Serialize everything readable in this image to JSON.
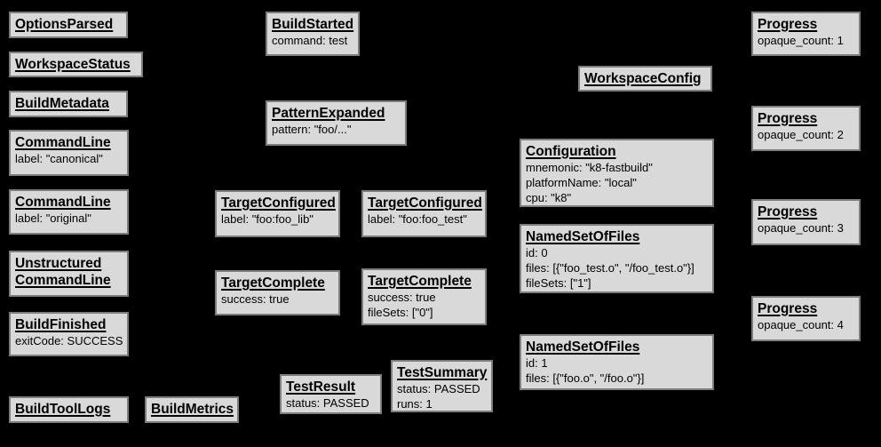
{
  "diagram": {
    "background_color": "#000000",
    "box_fill_color": "#d9d9d9",
    "box_border_color": "#7d7d7d",
    "text_color": "#000000"
  },
  "boxes": [
    {
      "name": "options-parsed",
      "title": "OptionsParsed",
      "lines": []
    },
    {
      "name": "workspace-status",
      "title": "WorkspaceStatus",
      "lines": []
    },
    {
      "name": "build-metadata",
      "title": "BuildMetadata",
      "lines": []
    },
    {
      "name": "command-line-canonical",
      "title": "CommandLine",
      "lines": [
        "label: \"canonical\""
      ]
    },
    {
      "name": "command-line-original",
      "title": "CommandLine",
      "lines": [
        "label: \"original\""
      ]
    },
    {
      "name": "unstructured-command-line",
      "title": "Unstructured CommandLine",
      "lines": []
    },
    {
      "name": "build-finished",
      "title": "BuildFinished",
      "lines": [
        "exitCode: SUCCESS"
      ]
    },
    {
      "name": "build-tool-logs",
      "title": "BuildToolLogs",
      "lines": []
    },
    {
      "name": "build-started",
      "title": "BuildStarted",
      "lines": [
        "command: test"
      ]
    },
    {
      "name": "pattern-expanded",
      "title": "PatternExpanded",
      "lines": [
        "pattern: \"foo/...\""
      ]
    },
    {
      "name": "target-configured-foo-lib",
      "title": "TargetConfigured",
      "lines": [
        "label: \"foo:foo_lib\""
      ]
    },
    {
      "name": "target-configured-foo-test",
      "title": "TargetConfigured",
      "lines": [
        "label: \"foo:foo_test\""
      ]
    },
    {
      "name": "target-complete-foo-lib",
      "title": "TargetComplete",
      "lines": [
        "success: true"
      ]
    },
    {
      "name": "target-complete-foo-test",
      "title": "TargetComplete",
      "lines": [
        "success: true",
        "fileSets: [\"0\"]"
      ]
    },
    {
      "name": "build-metrics",
      "title": "BuildMetrics",
      "lines": []
    },
    {
      "name": "test-result",
      "title": "TestResult",
      "lines": [
        "status: PASSED"
      ]
    },
    {
      "name": "test-summary",
      "title": "TestSummary",
      "lines": [
        "status: PASSED",
        "runs: 1"
      ]
    },
    {
      "name": "workspace-config",
      "title": "WorkspaceConfig",
      "lines": []
    },
    {
      "name": "configuration",
      "title": "Configuration",
      "lines": [
        "mnemonic: \"k8-fastbuild\"",
        "platformName: \"local\"",
        "cpu: \"k8\""
      ]
    },
    {
      "name": "named-set-of-files-0",
      "title": "NamedSetOfFiles",
      "lines": [
        "id: 0",
        "files: [{\"foo_test.o\", \"/foo_test.o\"}]",
        "fileSets: [\"1\"]"
      ]
    },
    {
      "name": "named-set-of-files-1",
      "title": "NamedSetOfFiles",
      "lines": [
        "id: 1",
        "files: [{\"foo.o\", \"/foo.o\"}]"
      ]
    },
    {
      "name": "progress-1",
      "title": "Progress",
      "lines": [
        "opaque_count: 1"
      ]
    },
    {
      "name": "progress-2",
      "title": "Progress",
      "lines": [
        "opaque_count: 2"
      ]
    },
    {
      "name": "progress-3",
      "title": "Progress",
      "lines": [
        "opaque_count: 3"
      ]
    },
    {
      "name": "progress-4",
      "title": "Progress",
      "lines": [
        "opaque_count: 4"
      ]
    }
  ]
}
